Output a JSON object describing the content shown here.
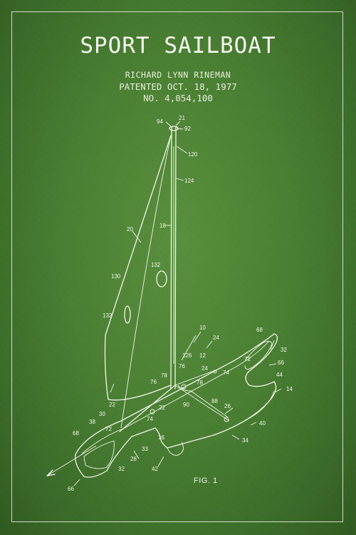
{
  "poster": {
    "title": "SPORT SAILBOAT",
    "inventor": "RICHARD LYNN RINEMAN",
    "patent_date": "PATENTED OCT. 18, 1977",
    "patent_number": "NO. 4,054,100",
    "figure_label": "FIG. 1",
    "background_color": "#4a7f33",
    "line_color": "#f2f6ea"
  },
  "drawing_labels": {
    "l21": "21",
    "l94": "94",
    "l92": "92",
    "l120": "120",
    "l124": "124",
    "l20": "20",
    "l18": "18",
    "l130": "130",
    "l132a": "132",
    "l132b": "132",
    "l10": "10",
    "l24a": "24",
    "l68a": "68",
    "l126": "126",
    "l12": "12",
    "l72a": "72",
    "l32a": "32",
    "l66a": "66",
    "l76a": "76",
    "l24b": "24",
    "l74a": "74",
    "l78a": "78",
    "l76b": "76",
    "l78b": "78",
    "l44": "44",
    "l14": "14",
    "l22a": "22",
    "l22b": "22",
    "l90": "90",
    "l88": "88",
    "l26": "26",
    "l30": "30",
    "l38": "38",
    "l74b": "74",
    "l40": "40",
    "l68b": "68",
    "l72b": "72",
    "l16": "16",
    "l34": "34",
    "l33": "33",
    "l28": "28",
    "l32b": "32",
    "l42": "42",
    "l66b": "66"
  }
}
